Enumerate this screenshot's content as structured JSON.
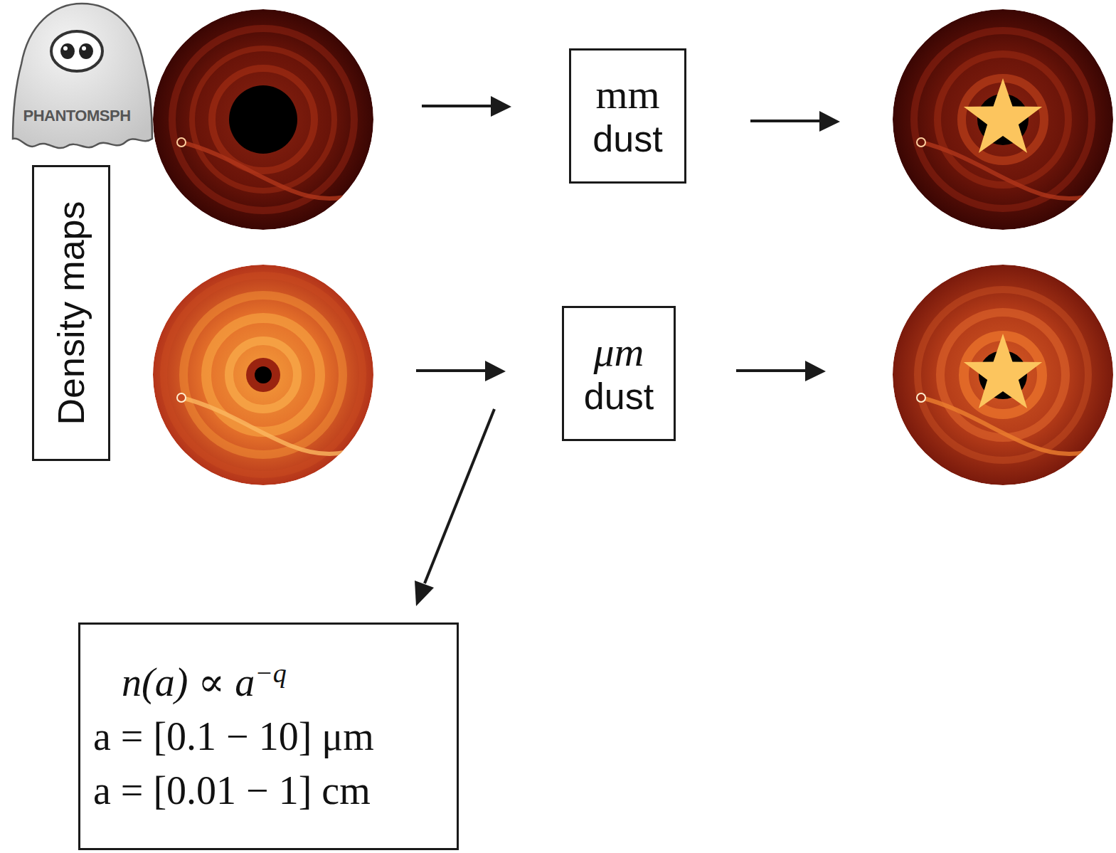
{
  "diagram": {
    "nodes": [
      {
        "text": [
          "Density maps"
        ]
      },
      {
        "text": [
          "mm",
          "dust"
        ]
      },
      {
        "text": [
          "μm",
          "dust"
        ]
      },
      {
        "text": [
          "n(a) ∝ a",
          "−q",
          "a = [0.1 − 10] μm",
          "a = [0.01 − 1] cm"
        ]
      }
    ],
    "labels": [
      "PHANTOMSPH"
    ]
  }
}
